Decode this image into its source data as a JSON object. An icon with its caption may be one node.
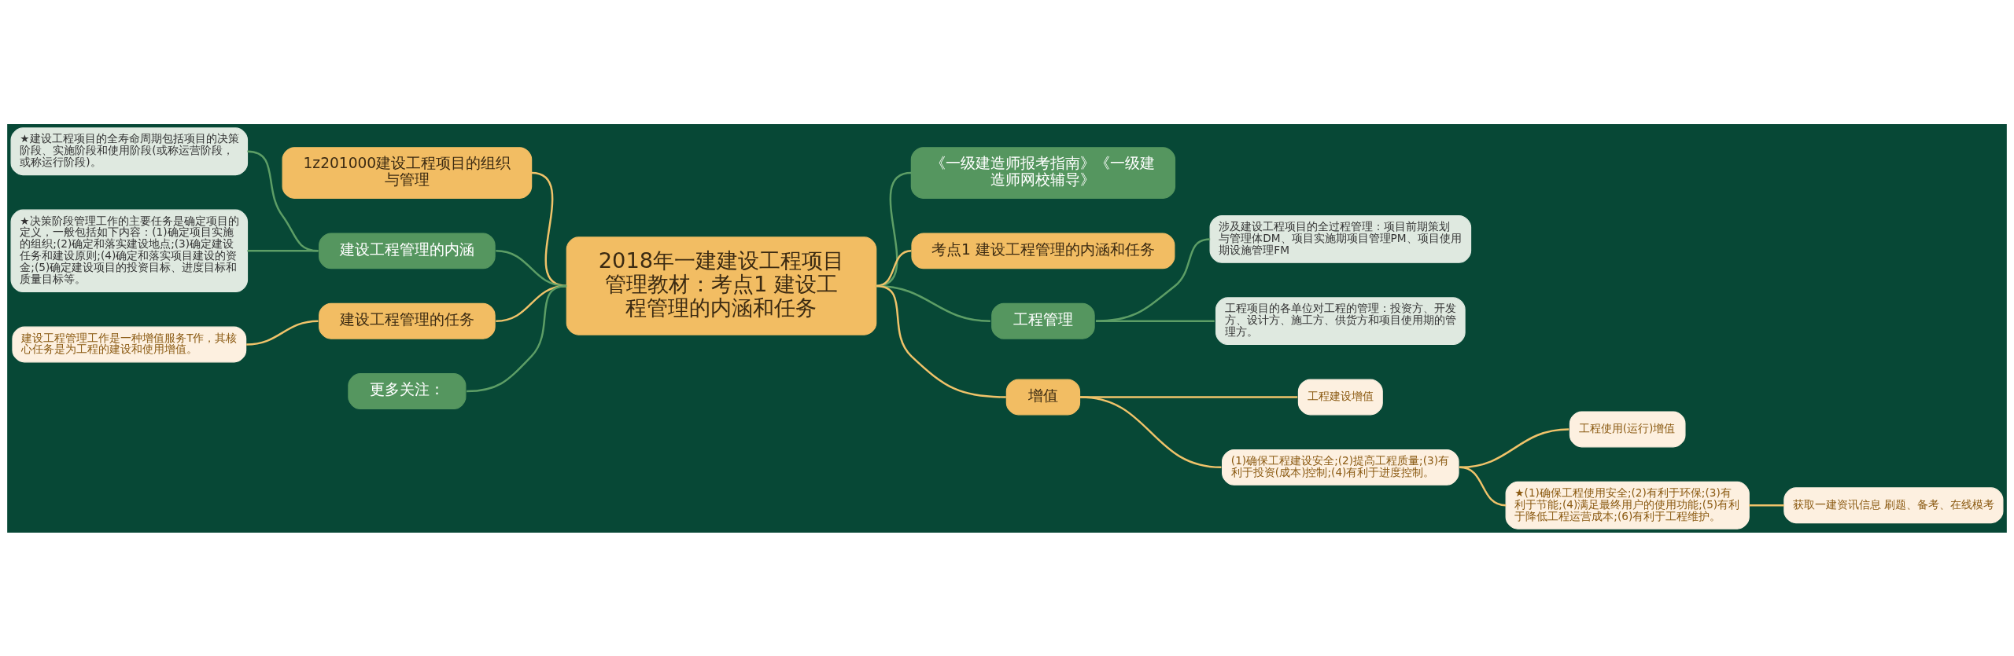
{
  "diagram": {
    "nodes": [
      {
        "text": [
          "2018年一建建设工程项目管理教材：考点1 建设工程管理的内涵和任务"
        ]
      },
      {
        "text": [
          "1z201000建设工程项目的组织与管理"
        ]
      },
      {
        "text": [
          "建设工程管理的内涵"
        ]
      },
      {
        "text": [
          "★建设工程项目的全寿命周期包括项目的决策阶段、实施阶段和使用阶段(或称运营阶段，或称运行阶段)。"
        ]
      },
      {
        "text": [
          "★决策阶段管理工作的主要任务是确定项目的定义，一般包括如下内容：(1)确定项目实施的组织;(2)确定和落实建设地点;(3)确定建设任务和建设原则;(4)确定和落实项目建设的资金;(5)确定建设项目的投资目标、进度目标和质量目标等。"
        ]
      },
      {
        "text": [
          "建设工程管理的任务"
        ]
      },
      {
        "text": [
          "建设工程管理工作是一种增值服务T作，其核心任务是为工程的建设和使用增值。"
        ]
      },
      {
        "text": [
          "更多关注："
        ]
      },
      {
        "text": [
          "《一级建造师报考指南》《一级建造师网校辅导》"
        ]
      },
      {
        "text": [
          "考点1 建设工程管理的内涵和任务"
        ]
      },
      {
        "text": [
          "工程管理"
        ]
      },
      {
        "text": [
          "涉及建设工程项目的全过程管理：项目前期策划与管理体DM、项目实施期项目管理PM、项目使用期设施管理FM"
        ]
      },
      {
        "text": [
          "工程项目的各单位对工程的管理：投资方、开发方、设计方、施工方、供货方和项目使用期的管理方。"
        ]
      },
      {
        "text": [
          "增值"
        ]
      },
      {
        "text": [
          "工程建设增值"
        ]
      },
      {
        "text": [
          "(1)确保工程建设安全;(2)提高工程质量;(3)有利于投资(成本)控制;(4)有利于进度控制。"
        ]
      },
      {
        "text": [
          "工程使用(运行)增值"
        ]
      },
      {
        "text": [
          "★(1)确保工程使用安全;(2)有利于环保;(3)有利于节能;(4)满足最终用户的使用功能;(5)有利于降低工程运营成本;(6)有利于工程维护。"
        ]
      },
      {
        "text": [
          "获取一建资讯信息 刷题、备考、在线模考"
        ]
      }
    ],
    "edges": [
      {
        "from": 1,
        "to": 0,
        "arrow": "none"
      },
      {
        "from": 2,
        "to": 0,
        "arrow": "none",
        "color": "#5d9e66"
      },
      {
        "from": 3,
        "to": 2,
        "arrow": "none",
        "color": "#5d9e66"
      },
      {
        "from": 4,
        "to": 2,
        "arrow": "none",
        "color": "#5d9e66"
      },
      {
        "from": 5,
        "to": 0,
        "arrow": "none"
      },
      {
        "from": 6,
        "to": 5,
        "arrow": "none"
      },
      {
        "from": 7,
        "to": 0,
        "arrow": "none",
        "color": "#5d9e66"
      },
      {
        "from": 0,
        "to": 8,
        "arrow": "none",
        "color": "#5d9e66"
      },
      {
        "from": 0,
        "to": 9,
        "arrow": "none"
      },
      {
        "from": 0,
        "to": 10,
        "arrow": "none",
        "color": "#5d9e66"
      },
      {
        "from": 10,
        "to": 11,
        "arrow": "none",
        "color": "#5d9e66"
      },
      {
        "from": 10,
        "to": 12,
        "arrow": "none",
        "color": "#5d9e66"
      },
      {
        "from": 0,
        "to": 13,
        "arrow": "none"
      },
      {
        "from": 13,
        "to": 14,
        "arrow": "none"
      },
      {
        "from": 13,
        "to": 15,
        "arrow": "none"
      },
      {
        "from": 15,
        "to": 16,
        "arrow": "none"
      },
      {
        "from": 15,
        "to": 17,
        "arrow": "none"
      },
      {
        "from": 17,
        "to": 18,
        "arrow": "none"
      }
    ]
  }
}
